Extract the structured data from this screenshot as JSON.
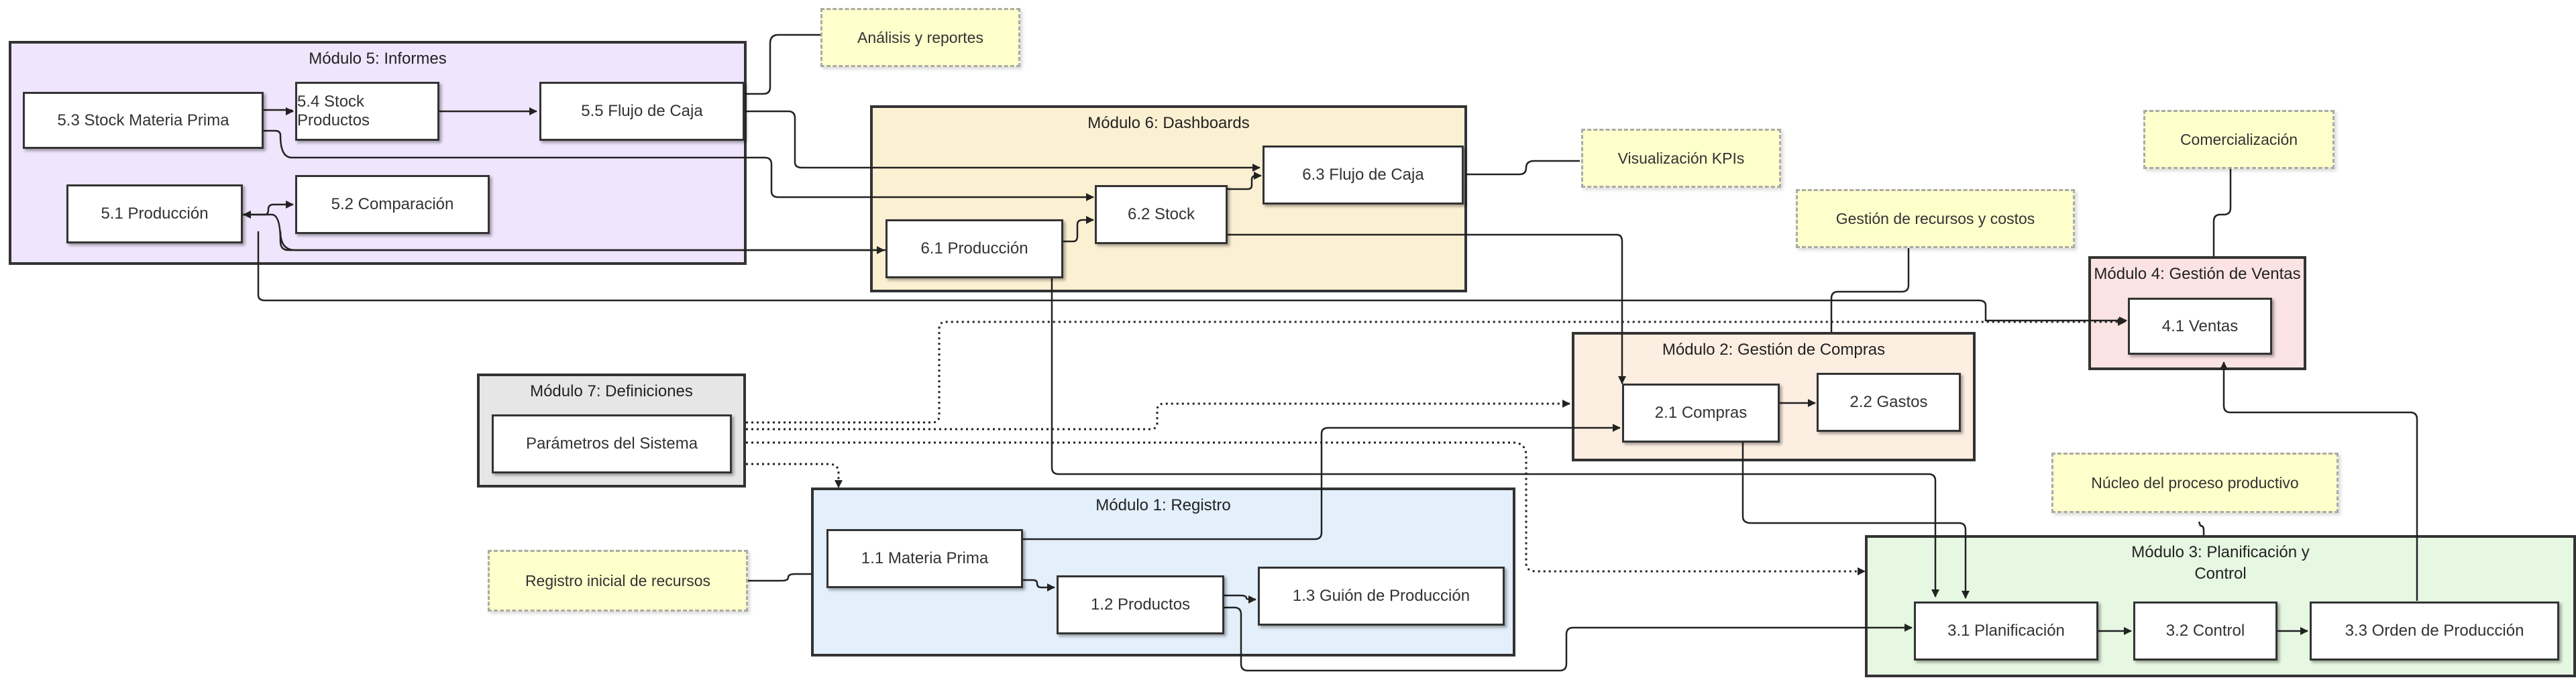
{
  "colors": {
    "module1": "#e3effb",
    "module2": "#fdeee2",
    "module3": "#e6f7e2",
    "module4": "#fbe3e3",
    "module5": "#efe5fc",
    "module6": "#fcf0d3",
    "module7": "#e6e6e6",
    "note": "#ffffcc"
  },
  "modules": {
    "m1": "Módulo 1: Registro",
    "m2": "Módulo 2: Gestión de Compras",
    "m3_line1": "Módulo 3: Planificación y",
    "m3_line2": "Control",
    "m4": "Módulo 4: Gestión de Ventas",
    "m5": "Módulo 5: Informes",
    "m6": "Módulo 6: Dashboards",
    "m7": "Módulo 7: Definiciones"
  },
  "nodes": {
    "n11": "1.1 Materia Prima",
    "n12": "1.2 Productos",
    "n13": "1.3 Guión de Producción",
    "n21": "2.1 Compras",
    "n22": "2.2 Gastos",
    "n31": "3.1 Planificación",
    "n32": "3.2 Control",
    "n33": "3.3 Orden de Producción",
    "n41": "4.1 Ventas",
    "n51": "5.1 Producción",
    "n52": "5.2 Comparación",
    "n53": "5.3 Stock Materia Prima",
    "n54": "5.4 Stock Productos",
    "n55": "5.5 Flujo de Caja",
    "n61": "6.1 Producción",
    "n62": "6.2 Stock",
    "n63": "6.3 Flujo de Caja",
    "n7": "Parámetros del Sistema"
  },
  "notes": {
    "registro": "Registro inicial de recursos",
    "compras": "Gestión de recursos y costos",
    "planificacion": "Núcleo del proceso productivo",
    "ventas": "Comercialización",
    "informes": "Análisis y reportes",
    "dashboards": "Visualización KPIs"
  }
}
